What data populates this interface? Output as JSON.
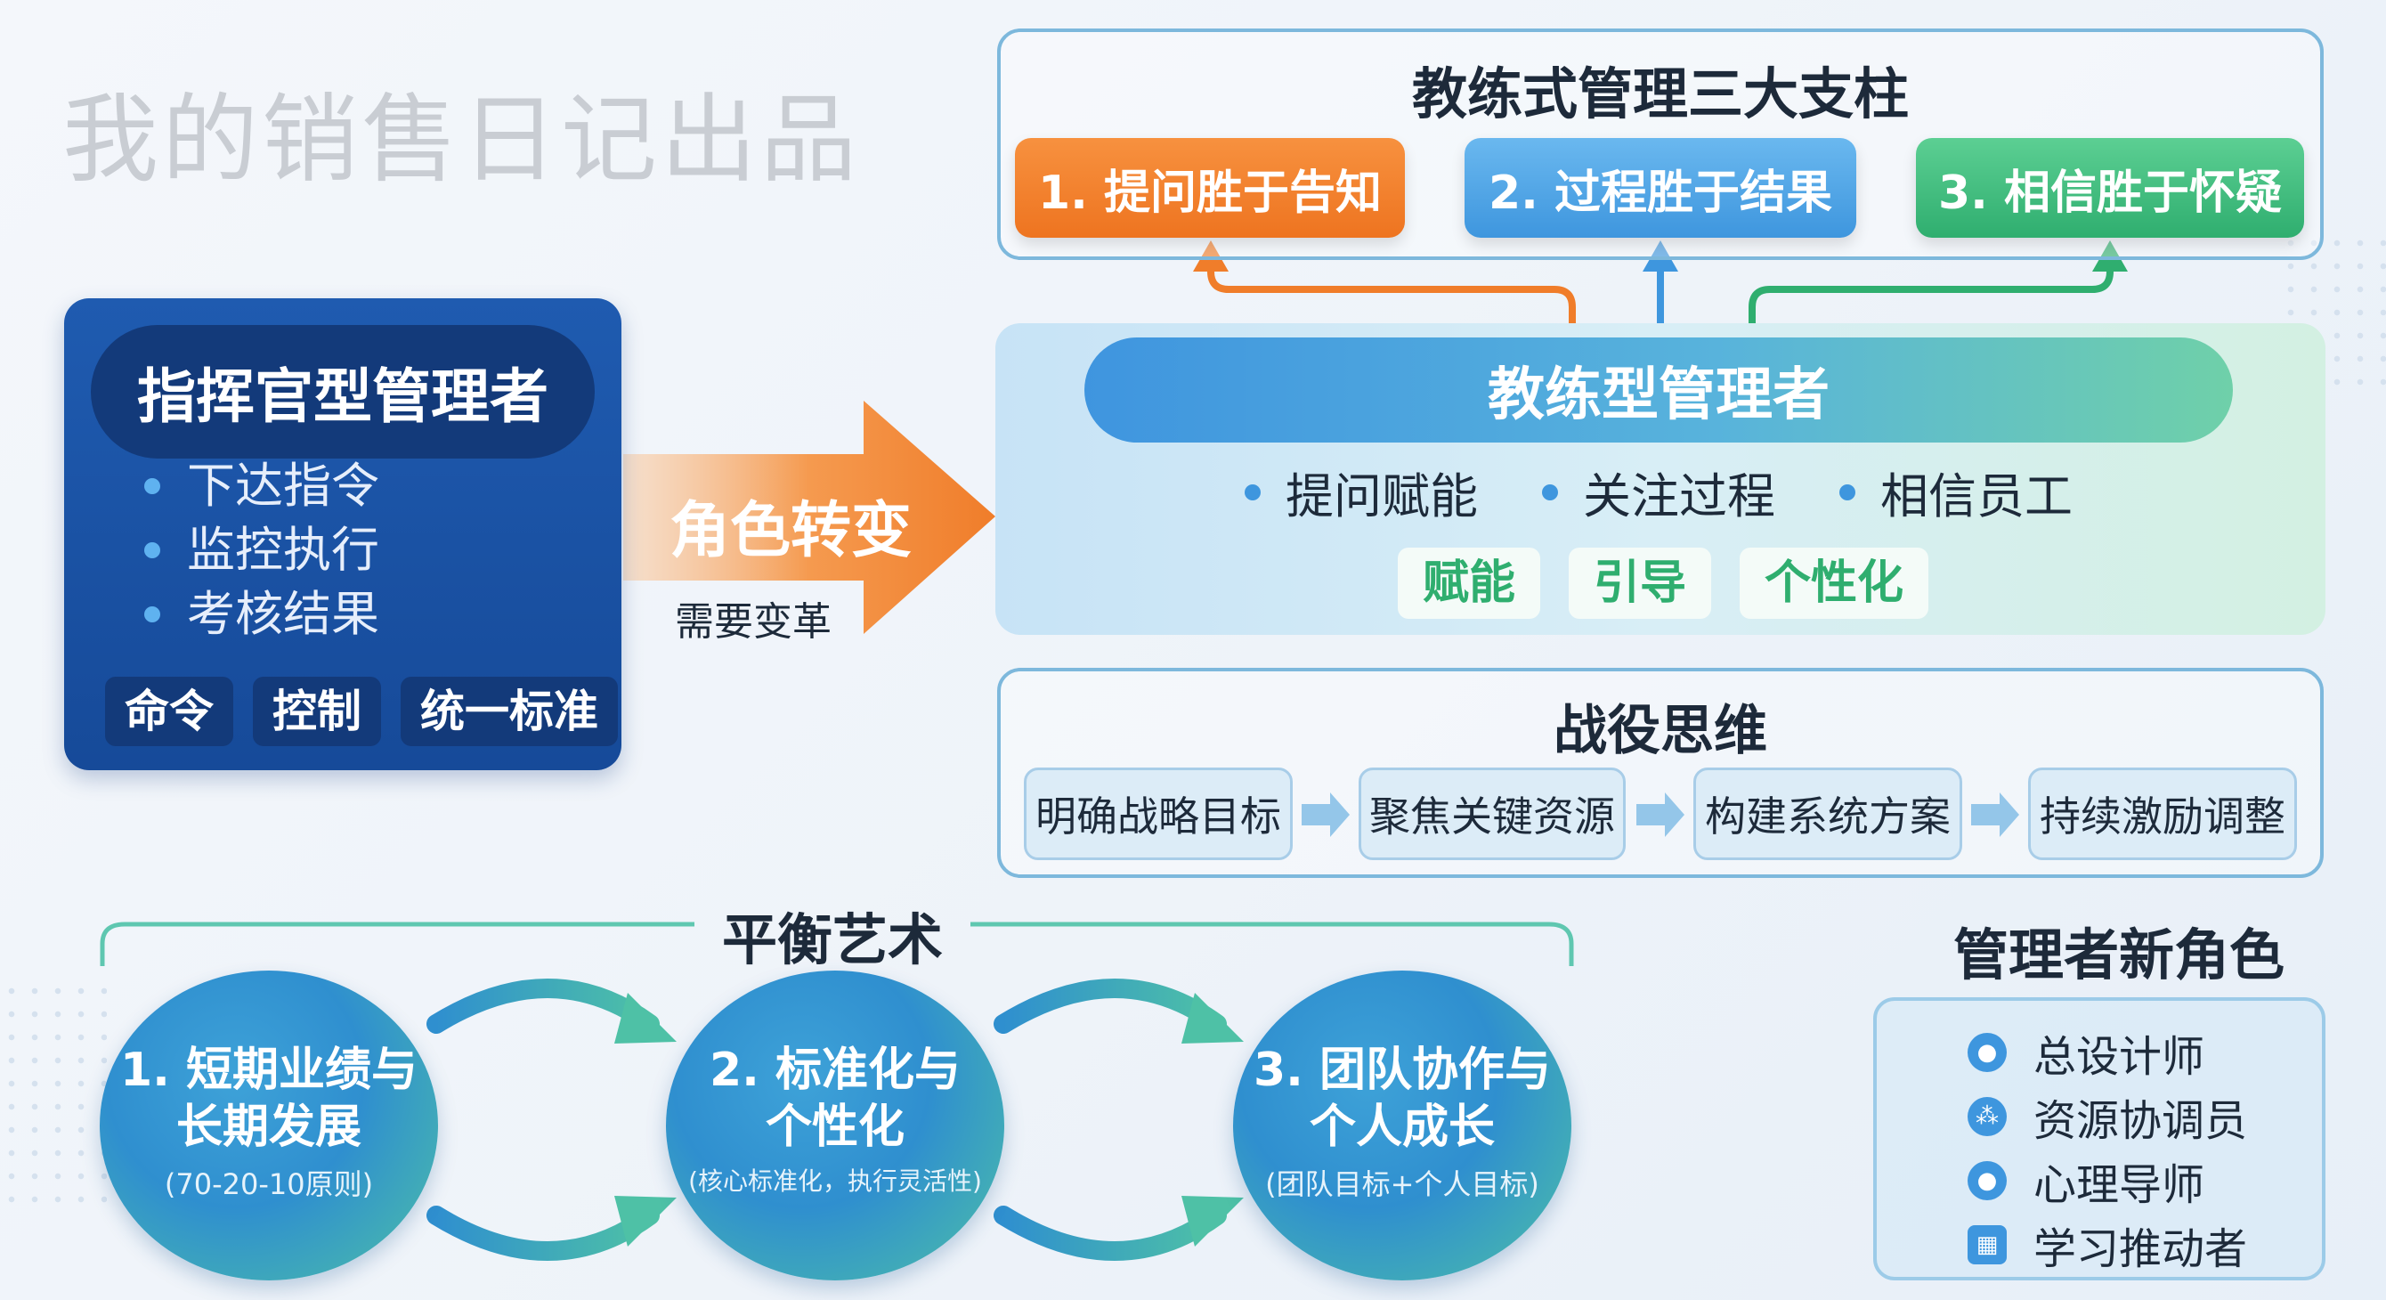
{
  "watermark": "我的销售日记出品",
  "commander": {
    "title": "指挥官型管理者",
    "points": [
      "下达指令",
      "监控执行",
      "考核结果"
    ],
    "tags": [
      "命令",
      "控制",
      "统一标准"
    ]
  },
  "transition": {
    "label": "角色转变",
    "sub": "需要变革"
  },
  "pillars": {
    "title": "教练式管理三大支柱",
    "items": [
      "1. 提问胜于告知",
      "2. 过程胜于结果",
      "3. 相信胜于怀疑"
    ]
  },
  "coach": {
    "title": "教练型管理者",
    "points": [
      "提问赋能",
      "关注过程",
      "相信员工"
    ],
    "chips": [
      "赋能",
      "引导",
      "个性化"
    ]
  },
  "campaign": {
    "title": "战役思维",
    "steps": [
      "明确战略目标",
      "聚焦关键资源",
      "构建系统方案",
      "持续激励调整"
    ]
  },
  "balance": {
    "title": "平衡艺术",
    "circles": [
      {
        "line1": "1. 短期业绩与",
        "line2": "长期发展",
        "sub": "(70-20-10原则)"
      },
      {
        "line1": "2. 标准化与",
        "line2": "个性化",
        "sub": "(核心标准化，执行灵活性)"
      },
      {
        "line1": "3. 团队协作与",
        "line2": "个人成长",
        "sub": "(团队目标+个人目标)"
      }
    ]
  },
  "roles": {
    "title": "管理者新角色",
    "items": [
      {
        "label": "总设计师",
        "icon": "user-icon"
      },
      {
        "label": "资源协调员",
        "icon": "network-icon"
      },
      {
        "label": "心理导师",
        "icon": "user-icon"
      },
      {
        "label": "学习推动者",
        "icon": "grid-icon"
      }
    ]
  },
  "colors": {
    "orange": "#ee7420",
    "blue": "#3e96de",
    "green": "#2fae6f",
    "navy": "#164a99"
  }
}
